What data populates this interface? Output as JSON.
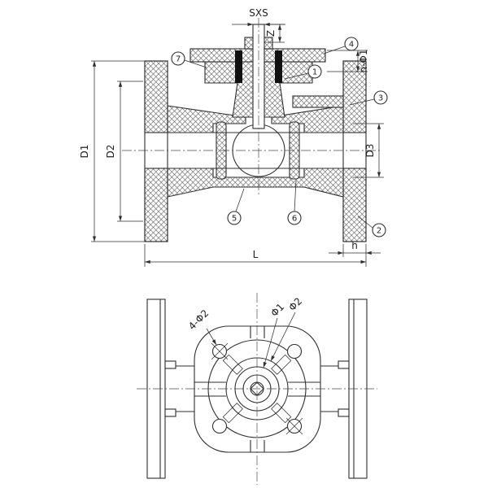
{
  "drawing": {
    "type": "technical-drawing",
    "title": "Flanged ball valve - section and front views",
    "colors": {
      "line": "#2f2f2f",
      "bolt_fill": "#111111",
      "background": "#ffffff"
    },
    "section_view": {
      "dims": {
        "sxs": "SXS",
        "z": "Z",
        "n_phi1": "n-Φ1",
        "d1": "D1",
        "d2": "D2",
        "d3": "D3",
        "l": "L",
        "h": "h"
      },
      "callouts": {
        "c1": "1",
        "c2": "2",
        "c3": "3",
        "c4": "4",
        "c5": "5",
        "c6": "6",
        "c7": "7"
      }
    },
    "front_view": {
      "dims": {
        "four_phi2": "4-Φ2",
        "phi1": "Φ1",
        "phi2": "Φ2"
      }
    }
  }
}
